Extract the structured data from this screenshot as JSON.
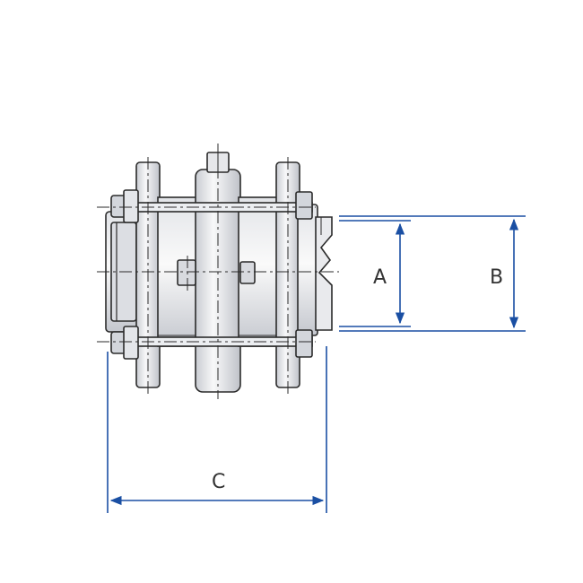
{
  "diagram": {
    "labels": {
      "a": "A",
      "b": "B",
      "c": "C"
    },
    "colors": {
      "dimension": "#1a4fa3",
      "part_fill_light": "#f1f1f3",
      "part_fill_mid": "#d9dbe0",
      "part_fill_dark": "#b9bcc4",
      "outline": "#2b2b2b",
      "centerline": "#2b2b2b"
    }
  }
}
